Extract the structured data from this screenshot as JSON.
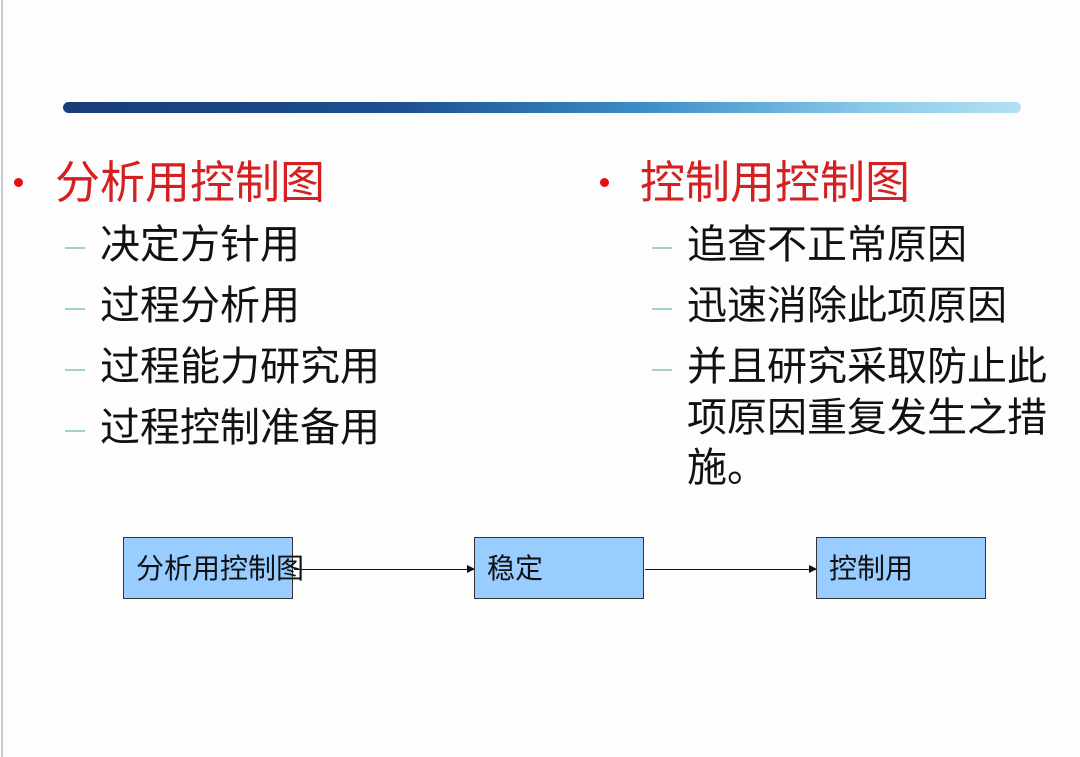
{
  "colors": {
    "title": "#d42020",
    "bullet": "#e01010",
    "dash": "#9fd6b8",
    "box_fill": "#99ccff"
  },
  "left": {
    "title": "分析用控制图",
    "items": [
      "决定方针用",
      "过程分析用",
      "过程能力研究用",
      "过程控制准备用"
    ]
  },
  "right": {
    "title": "控制用控制图",
    "items": [
      "追查不正常原因",
      "迅速消除此项原因"
    ],
    "long_item_lines": [
      "并且研究采取防止此",
      "项原因重复发生之措",
      "施。"
    ]
  },
  "flow": {
    "steps": [
      "分析用控制图",
      "稳定",
      "控制用"
    ]
  }
}
